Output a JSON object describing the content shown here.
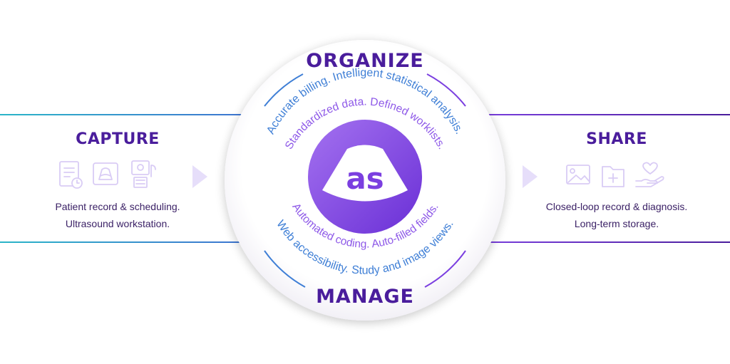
{
  "organize": {
    "title": "ORGANIZE",
    "arc_outer": "Accurate billing. Intelligent statistical analysis.",
    "arc_inner": "Standardized data. Defined worklists."
  },
  "manage": {
    "title": "MANAGE",
    "arc_inner": "Automated coding. Auto-filled fields.",
    "arc_outer": "Web accessibility. Study and image views."
  },
  "logo": {
    "text": "as"
  },
  "capture": {
    "title": "CAPTURE",
    "line1": "Patient record & scheduling.",
    "line2": "Ultrasound workstation.",
    "icons": [
      "patient-record-icon",
      "ultrasound-scan-icon",
      "workstation-icon"
    ]
  },
  "share": {
    "title": "SHARE",
    "line1": "Closed-loop record & diagnosis.",
    "line2": "Long-term storage.",
    "icons": [
      "image-icon",
      "medical-folder-icon",
      "care-hand-heart-icon"
    ]
  },
  "colors": {
    "brand_purple": "#4a1d9c",
    "purple": "#7b3fe0",
    "violet": "#8e59e8",
    "blue": "#3f7fd6",
    "teal": "#2bb5c8",
    "icon_pale": "#d9ccf5",
    "arrow_pale": "#e6defa"
  }
}
